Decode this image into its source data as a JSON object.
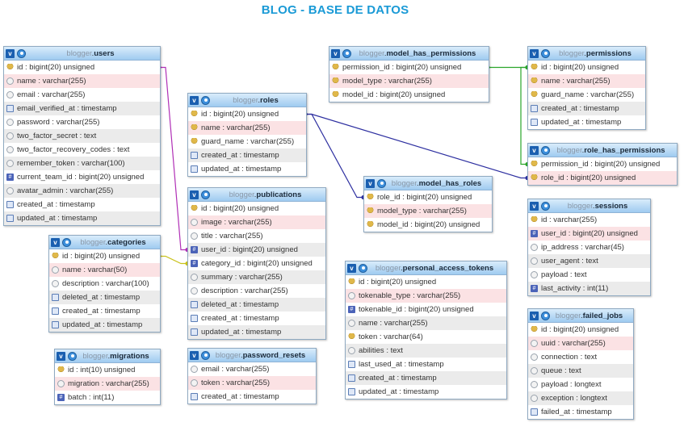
{
  "title": "BLOG - BASE DE DATOS",
  "schema": "blogger",
  "tables": [
    {
      "id": "users",
      "name": "users",
      "cols": [
        {
          "t": "id : bigint(20) unsigned",
          "i": "key-icon"
        },
        {
          "t": "name : varchar(255)",
          "i": "text-icon"
        },
        {
          "t": "email : varchar(255)",
          "i": "text-icon"
        },
        {
          "t": "email_verified_at : timestamp",
          "i": "hash-icon"
        },
        {
          "t": "password : varchar(255)",
          "i": "text-icon"
        },
        {
          "t": "two_factor_secret : text",
          "i": "text-icon"
        },
        {
          "t": "two_factor_recovery_codes : text",
          "i": "text-icon"
        },
        {
          "t": "remember_token : varchar(100)",
          "i": "text-icon"
        },
        {
          "t": "current_team_id : bigint(20) unsigned",
          "i": "number-icon"
        },
        {
          "t": "avatar_admin : varchar(255)",
          "i": "text-icon"
        },
        {
          "t": "created_at : timestamp",
          "i": "hash-icon"
        },
        {
          "t": "updated_at : timestamp",
          "i": "hash-icon"
        }
      ]
    },
    {
      "id": "roles",
      "name": "roles",
      "cols": [
        {
          "t": "id : bigint(20) unsigned",
          "i": "key-icon"
        },
        {
          "t": "name : varchar(255)",
          "i": "key-icon"
        },
        {
          "t": "guard_name : varchar(255)",
          "i": "key-icon"
        },
        {
          "t": "created_at : timestamp",
          "i": "hash-icon"
        },
        {
          "t": "updated_at : timestamp",
          "i": "hash-icon"
        }
      ]
    },
    {
      "id": "publications",
      "name": "publications",
      "cols": [
        {
          "t": "id : bigint(20) unsigned",
          "i": "key-icon"
        },
        {
          "t": "image : varchar(255)",
          "i": "text-icon"
        },
        {
          "t": "title : varchar(255)",
          "i": "text-icon"
        },
        {
          "t": "user_id : bigint(20) unsigned",
          "i": "number-icon"
        },
        {
          "t": "category_id : bigint(20) unsigned",
          "i": "number-icon"
        },
        {
          "t": "summary : varchar(255)",
          "i": "text-icon"
        },
        {
          "t": "description : varchar(255)",
          "i": "text-icon"
        },
        {
          "t": "deleted_at : timestamp",
          "i": "hash-icon"
        },
        {
          "t": "created_at : timestamp",
          "i": "hash-icon"
        },
        {
          "t": "updated_at : timestamp",
          "i": "hash-icon"
        }
      ]
    },
    {
      "id": "categories",
      "name": "categories",
      "cols": [
        {
          "t": "id : bigint(20) unsigned",
          "i": "key-icon"
        },
        {
          "t": "name : varchar(50)",
          "i": "text-icon"
        },
        {
          "t": "description : varchar(100)",
          "i": "text-icon"
        },
        {
          "t": "deleted_at : timestamp",
          "i": "hash-icon"
        },
        {
          "t": "created_at : timestamp",
          "i": "hash-icon"
        },
        {
          "t": "updated_at : timestamp",
          "i": "hash-icon"
        }
      ]
    },
    {
      "id": "migrations",
      "name": "migrations",
      "cols": [
        {
          "t": "id : int(10) unsigned",
          "i": "key-icon"
        },
        {
          "t": "migration : varchar(255)",
          "i": "text-icon"
        },
        {
          "t": "batch : int(11)",
          "i": "number-icon"
        }
      ]
    },
    {
      "id": "password_resets",
      "name": "password_resets",
      "cols": [
        {
          "t": "email : varchar(255)",
          "i": "text-icon"
        },
        {
          "t": "token : varchar(255)",
          "i": "text-icon"
        },
        {
          "t": "created_at : timestamp",
          "i": "hash-icon"
        }
      ]
    },
    {
      "id": "model_has_permissions",
      "name": "model_has_permissions",
      "cols": [
        {
          "t": "permission_id : bigint(20) unsigned",
          "i": "key-icon"
        },
        {
          "t": "model_type : varchar(255)",
          "i": "key-icon"
        },
        {
          "t": "model_id : bigint(20) unsigned",
          "i": "key-icon"
        }
      ]
    },
    {
      "id": "model_has_roles",
      "name": "model_has_roles",
      "cols": [
        {
          "t": "role_id : bigint(20) unsigned",
          "i": "key-icon"
        },
        {
          "t": "model_type : varchar(255)",
          "i": "key-icon"
        },
        {
          "t": "model_id : bigint(20) unsigned",
          "i": "key-icon"
        }
      ]
    },
    {
      "id": "personal_access_tokens",
      "name": "personal_access_tokens",
      "cols": [
        {
          "t": "id : bigint(20) unsigned",
          "i": "key-icon"
        },
        {
          "t": "tokenable_type : varchar(255)",
          "i": "text-icon"
        },
        {
          "t": "tokenable_id : bigint(20) unsigned",
          "i": "number-icon"
        },
        {
          "t": "name : varchar(255)",
          "i": "text-icon"
        },
        {
          "t": "token : varchar(64)",
          "i": "key-icon"
        },
        {
          "t": "abilities : text",
          "i": "text-icon"
        },
        {
          "t": "last_used_at : timestamp",
          "i": "hash-icon"
        },
        {
          "t": "created_at : timestamp",
          "i": "hash-icon"
        },
        {
          "t": "updated_at : timestamp",
          "i": "hash-icon"
        }
      ]
    },
    {
      "id": "permissions",
      "name": "permissions",
      "cols": [
        {
          "t": "id : bigint(20) unsigned",
          "i": "key-icon"
        },
        {
          "t": "name : varchar(255)",
          "i": "key-icon"
        },
        {
          "t": "guard_name : varchar(255)",
          "i": "key-icon"
        },
        {
          "t": "created_at : timestamp",
          "i": "hash-icon"
        },
        {
          "t": "updated_at : timestamp",
          "i": "hash-icon"
        }
      ]
    },
    {
      "id": "role_has_permissions",
      "name": "role_has_permissions",
      "cols": [
        {
          "t": "permission_id : bigint(20) unsigned",
          "i": "key-icon"
        },
        {
          "t": "role_id : bigint(20) unsigned",
          "i": "key-icon"
        }
      ]
    },
    {
      "id": "sessions",
      "name": "sessions",
      "cols": [
        {
          "t": "id : varchar(255)",
          "i": "key-icon"
        },
        {
          "t": "user_id : bigint(20) unsigned",
          "i": "number-icon"
        },
        {
          "t": "ip_address : varchar(45)",
          "i": "text-icon"
        },
        {
          "t": "user_agent : text",
          "i": "text-icon"
        },
        {
          "t": "payload : text",
          "i": "text-icon"
        },
        {
          "t": "last_activity : int(11)",
          "i": "number-icon"
        }
      ]
    },
    {
      "id": "failed_jobs",
      "name": "failed_jobs",
      "cols": [
        {
          "t": "id : bigint(20) unsigned",
          "i": "key-icon"
        },
        {
          "t": "uuid : varchar(255)",
          "i": "text-icon"
        },
        {
          "t": "connection : text",
          "i": "text-icon"
        },
        {
          "t": "queue : text",
          "i": "text-icon"
        },
        {
          "t": "payload : longtext",
          "i": "text-icon"
        },
        {
          "t": "exception : longtext",
          "i": "text-icon"
        },
        {
          "t": "failed_at : timestamp",
          "i": "hash-icon"
        }
      ]
    }
  ],
  "relations": [
    {
      "from": "publications.user_id",
      "to": "users.id",
      "color": "#b02fb6"
    },
    {
      "from": "publications.category_id",
      "to": "categories.id",
      "color": "#c9c21a"
    },
    {
      "from": "model_has_roles.role_id",
      "to": "roles.id",
      "color": "#2d2fa0"
    },
    {
      "from": "role_has_permissions.role_id",
      "to": "roles.id",
      "color": "#2d2fa0"
    },
    {
      "from": "model_has_permissions.permission_id",
      "to": "permissions.id",
      "color": "#2aa52a"
    },
    {
      "from": "role_has_permissions.permission_id",
      "to": "permissions.id",
      "color": "#2aa52a"
    }
  ]
}
